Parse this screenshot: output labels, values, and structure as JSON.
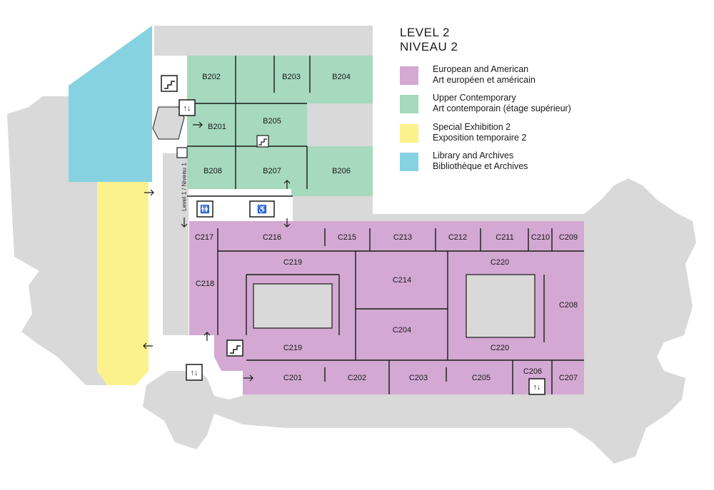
{
  "level": {
    "title_en": "LEVEL 2",
    "title_fr": "NIVEAU 2"
  },
  "colors": {
    "european": "#d3a8d3",
    "contemporary": "#a6d9bd",
    "exhibition": "#fbf28e",
    "library": "#86d2e1",
    "building_grey": "#d9d9d9",
    "corridor_white": "#ffffff"
  },
  "legend": [
    {
      "line1": "European and American",
      "line2": "Art européen et américain",
      "color": "#d3a8d3"
    },
    {
      "line1": "Upper Contemporary",
      "line2": "Art contemporain (étage supérieur)",
      "color": "#a6d9bd"
    },
    {
      "line1": "Special Exhibition 2",
      "line2": "Exposition temporaire 2",
      "color": "#fbf28e"
    },
    {
      "line1": "Library and Archives",
      "line2": "Bibliothèque et Archives",
      "color": "#86d2e1"
    }
  ],
  "rooms_b": [
    "B202",
    "B203",
    "B204",
    "B201",
    "B205",
    "B208",
    "B207",
    "B206"
  ],
  "rooms_c": [
    "C217",
    "C216",
    "C215",
    "C213",
    "C212",
    "C211",
    "C210",
    "C209",
    "C219",
    "C220",
    "C218",
    "C214",
    "C208",
    "C204",
    "C219",
    "C220",
    "C201",
    "C202",
    "C203",
    "C205",
    "C206",
    "C207"
  ],
  "corridor_label": "Level 1 / Niveau 1",
  "icons": [
    "stairs-icon",
    "elevator-icon",
    "restroom-icon",
    "accessible-icon"
  ]
}
